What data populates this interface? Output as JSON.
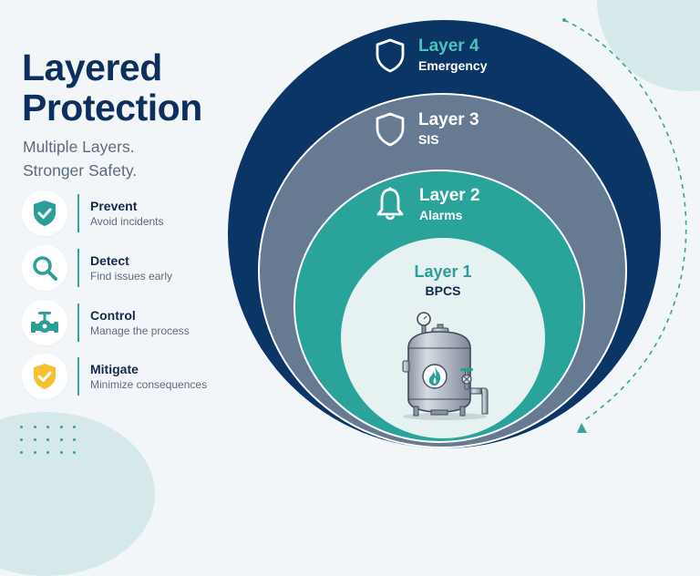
{
  "title": {
    "line1": "Layered",
    "line2": "Protection"
  },
  "subtitle": {
    "line1": "Multiple Layers.",
    "line2": "Stronger Safety."
  },
  "features": [
    {
      "icon": "shield-check-icon",
      "title": "Prevent",
      "description": "Avoid incidents",
      "color": "#2a9e98"
    },
    {
      "icon": "magnifier-icon",
      "title": "Detect",
      "description": "Find issues early",
      "color": "#2a9e98"
    },
    {
      "icon": "valve-icon",
      "title": "Control",
      "description": "Manage the process",
      "color": "#2a9e98"
    },
    {
      "icon": "shield-check-icon",
      "title": "Mitigate",
      "description": "Minimize consequences",
      "color": "#f5c12e"
    }
  ],
  "layers": [
    {
      "label": "Layer 1",
      "name": "BPCS",
      "icon": "pressure-vessel-icon",
      "color": "#e6f1f2"
    },
    {
      "label": "Layer 2",
      "name": "Alarms",
      "icon": "bell-icon",
      "color": "#2aa39b"
    },
    {
      "label": "Layer 3",
      "name": "SIS",
      "icon": "shield-icon",
      "color": "#667a92"
    },
    {
      "label": "Layer 4",
      "name": "Emergency",
      "icon": "shield-icon",
      "color": "#0b3564"
    }
  ],
  "colors": {
    "navy": "#0b3564",
    "teal": "#2aa39b",
    "slate": "#667a92",
    "accent_light_teal": "#4cc3bb",
    "background": "#f3f6f9"
  }
}
